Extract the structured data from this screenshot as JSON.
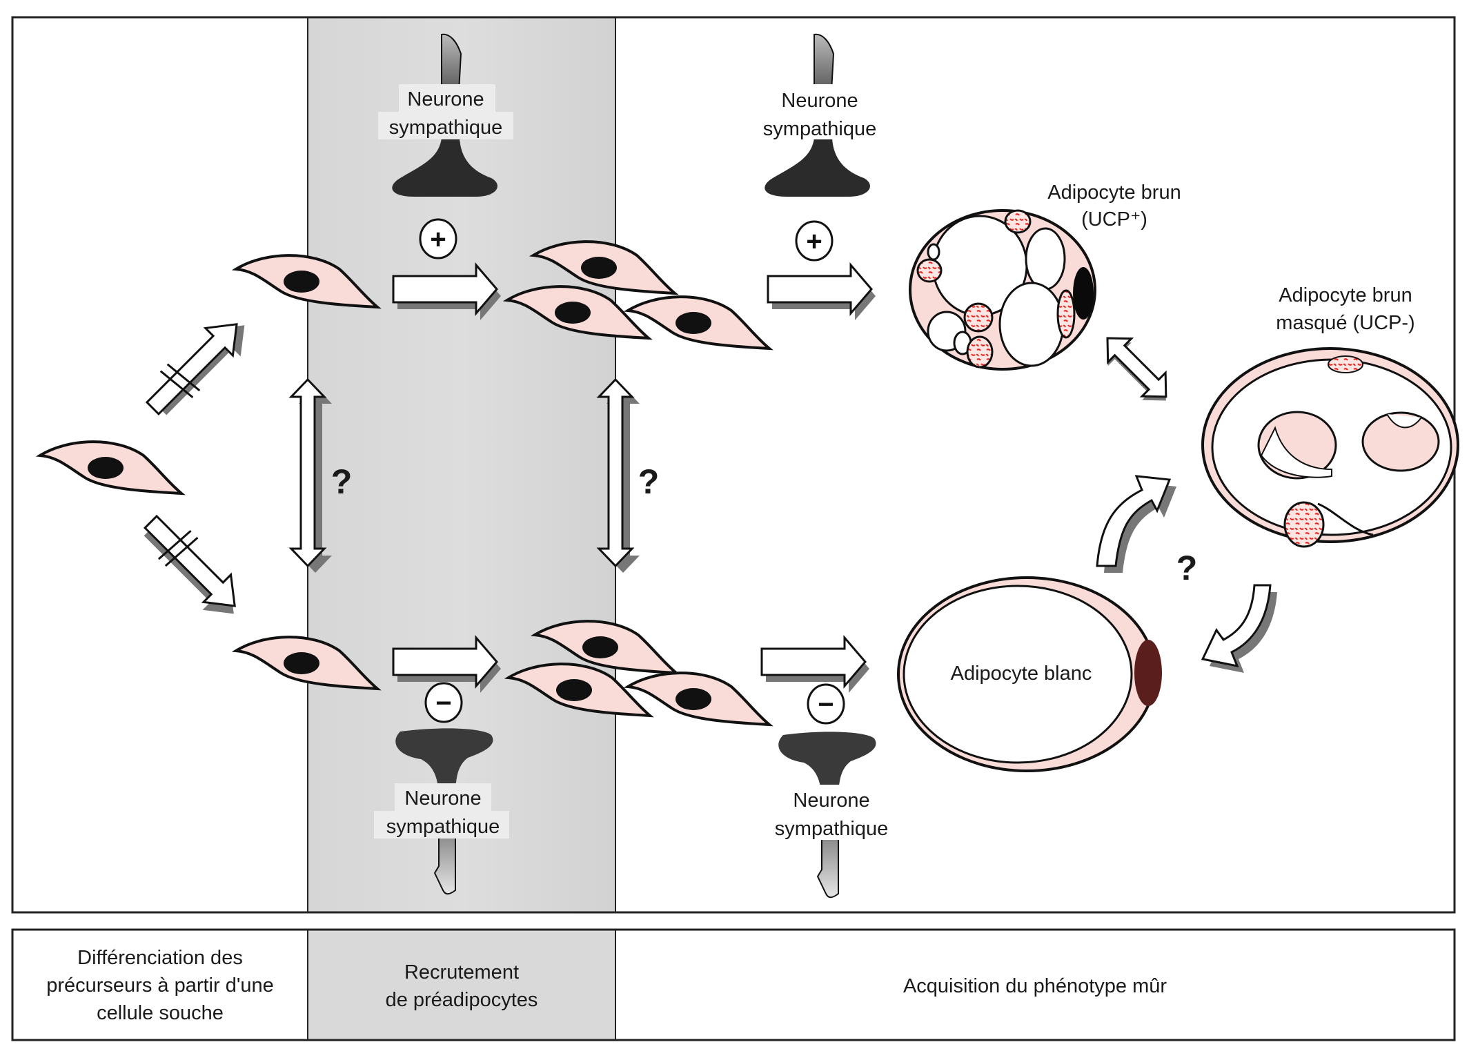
{
  "figure": {
    "type": "adipocyte differentiation schema",
    "labels": {
      "neuron_line1": "Neurone",
      "neuron_line2": "sympathique",
      "plus": "+",
      "minus": "−",
      "question": "?",
      "brown_adipocyte_line1": "Adipocyte brun",
      "brown_adipocyte_line2": "(UCP⁺)",
      "masked_brown_line1": "Adipocyte brun",
      "masked_brown_line2": "masqué (UCP-)",
      "white_adipocyte": "Adipocyte blanc"
    },
    "stages": [
      {
        "line1": "Différenciation des",
        "line2": "précurseurs à partir d'une",
        "line3": "cellule souche"
      },
      {
        "line1": "Recrutement",
        "line2": "de préadipocytes"
      },
      {
        "line1": "Acquisition du phénotype mûr"
      }
    ],
    "colors": {
      "cell_fill": "#f9dcd8",
      "nucleus": "#111111",
      "column_gray": "#d9d9d9",
      "lipid_red": "#e8261f",
      "white_nucleus": "#5a1f1c"
    }
  }
}
